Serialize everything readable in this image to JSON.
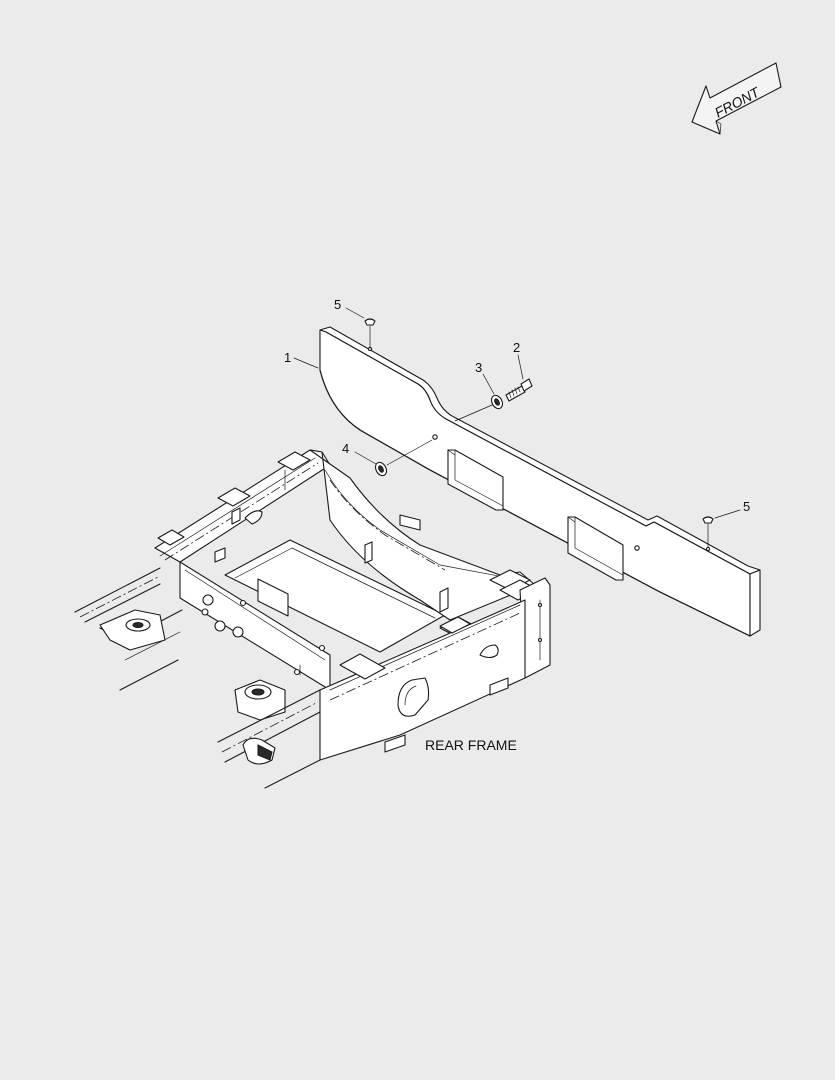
{
  "direction_arrow": {
    "label": "FRONT"
  },
  "frame_label": "REAR FRAME",
  "callouts": [
    "1",
    "2",
    "3",
    "4",
    "5",
    "5"
  ],
  "colors": {
    "background": "#ebebeb",
    "line": "#1a1a1a",
    "part_fill": "#f4f4f4"
  }
}
